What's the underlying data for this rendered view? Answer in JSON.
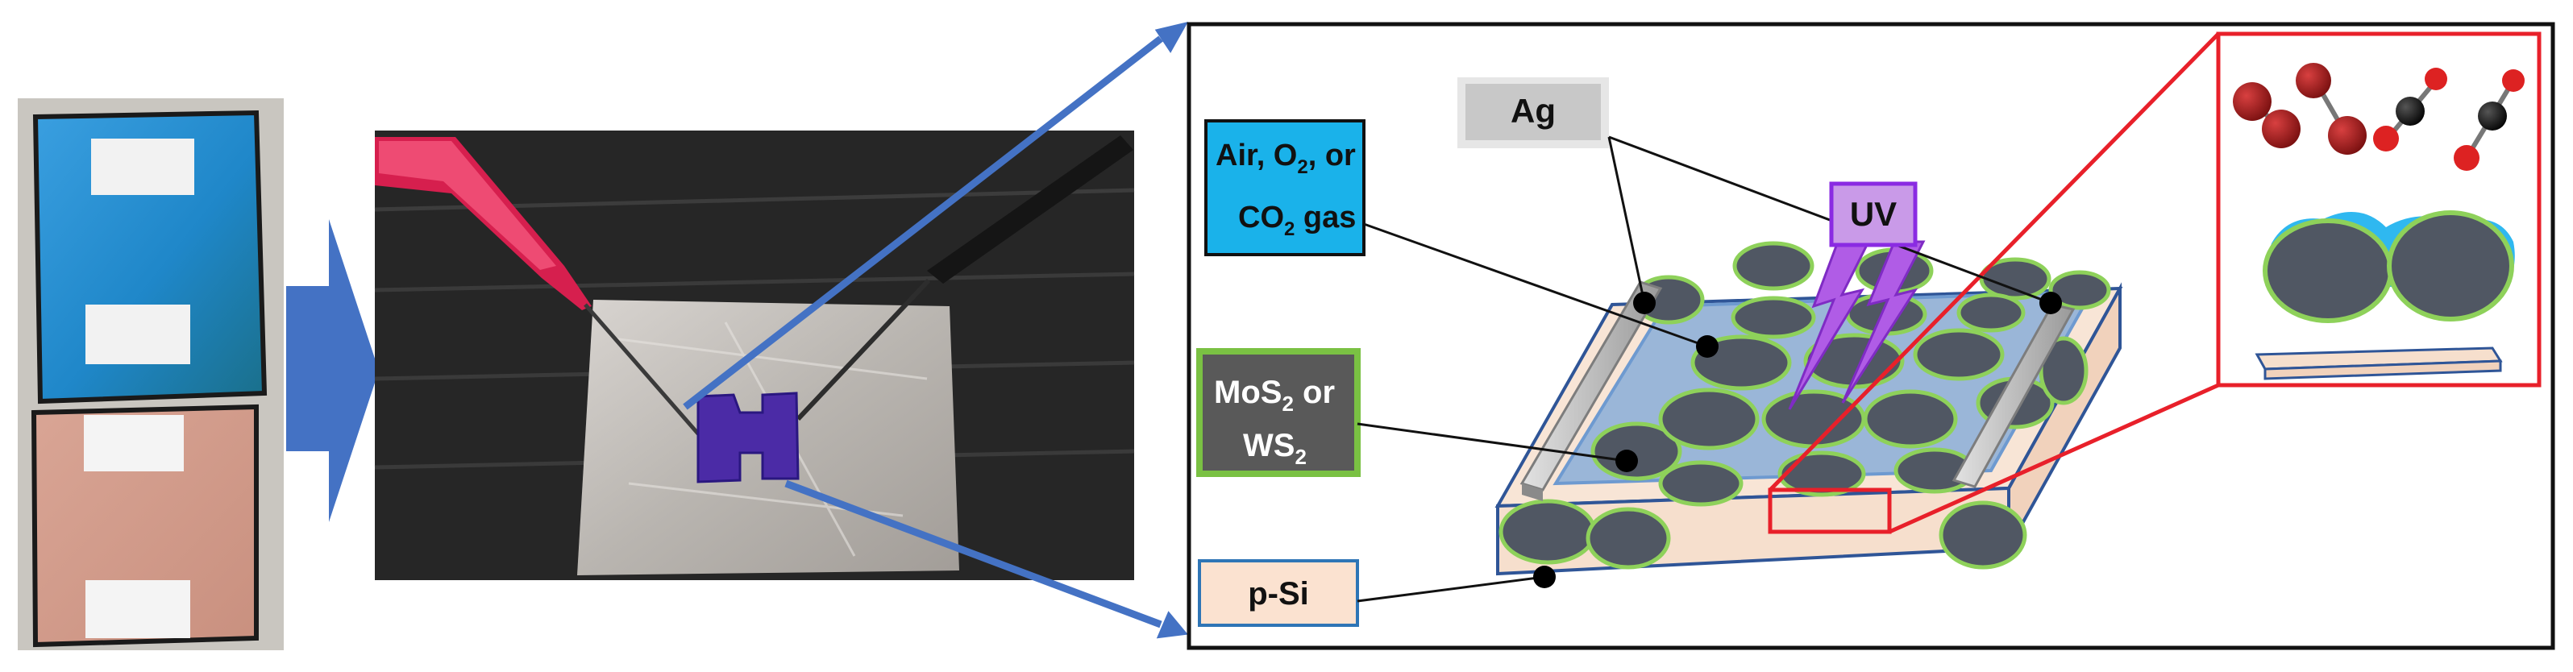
{
  "labels": {
    "gas": {
      "line1": "Air, O",
      "sub1": "2",
      "line1b": ", or",
      "line2": "CO",
      "sub2": "2",
      "line2b": " gas"
    },
    "ag": "Ag",
    "uv": "UV",
    "tmd": {
      "line1": "MoS",
      "sub1": "2",
      "line1b": " or",
      "line2": "WS",
      "sub2": "2"
    },
    "substrate": "p-Si"
  },
  "colors": {
    "arrow_blue": "#4472c4",
    "gas_box": "#1ab2ea",
    "ag_box": "#c8c8c8",
    "uv_box": "#c99ae8",
    "uv_border": "#8a2be2",
    "tmd_box": "#595959",
    "tmd_border": "#7ac143",
    "substrate_box": "#fbe2d0",
    "zoom_red": "#e8202a",
    "flake_dark": "#505763",
    "flake_edge": "#8ed15a"
  }
}
